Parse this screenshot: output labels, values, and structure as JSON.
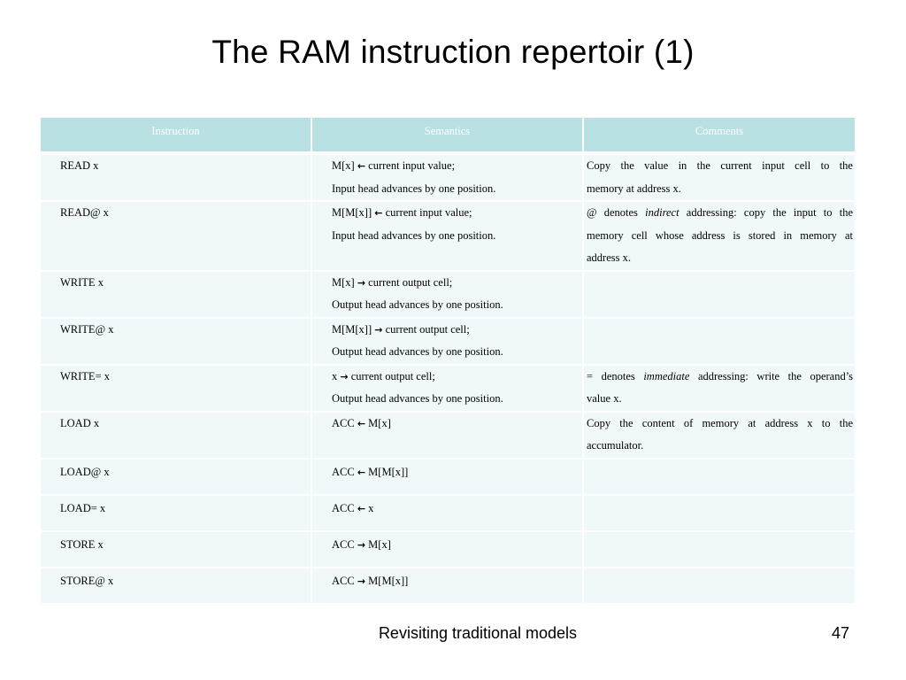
{
  "slide": {
    "title": "The RAM instruction repertoir (1)",
    "footer_title": "Revisiting traditional models",
    "page_number": "47"
  },
  "table": {
    "headers": [
      "Instruction",
      "Semantics",
      "Comments"
    ],
    "rows": [
      {
        "instruction": "READ  x",
        "sem1_pre": "M[x]",
        "sem1_arrow": "←",
        "sem1_post": "current input value;",
        "sem2": "Input head advances by one position.",
        "comment_lines": [
          "Copy the value in the current input cell to the",
          "memory at address x."
        ]
      },
      {
        "instruction": "READ@  x",
        "sem1_pre": "M[M[x]]",
        "sem1_arrow": "←",
        "sem1_post": "current input value;",
        "sem2": "Input head advances by one position.",
        "comment_pre": "@ denotes",
        "comment_em": "indirect",
        "comment_post": "addressing: copy the input to the",
        "comment_lines": [
          "memory cell whose address is stored in memory at",
          "address x."
        ]
      },
      {
        "instruction": "WRITE  x",
        "sem1_pre": "M[x]",
        "sem1_arrow": "→",
        "sem1_post": "current output cell;",
        "sem2": "Output head advances by one position.",
        "comment_lines": []
      },
      {
        "instruction": "WRITE@  x",
        "sem1_pre": "M[M[x]]",
        "sem1_arrow": "→",
        "sem1_post": "current output cell;",
        "sem2": "Output head advances by one position.",
        "comment_lines": []
      },
      {
        "instruction": "WRITE=  x",
        "sem1_pre": "x",
        "sem1_arrow": "→",
        "sem1_post": "current output cell;",
        "sem2": "Output head advances by one position.",
        "comment_pre": "= denotes",
        "comment_em": "immediate",
        "comment_post": "addressing: write the operand’s",
        "comment_lines": [
          "value x."
        ]
      },
      {
        "instruction": "LOAD  x",
        "sem1_pre": "ACC",
        "sem1_arrow": "←",
        "sem1_post": "M[x]",
        "comment_lines": [
          "Copy the content of memory at address x to the",
          "accumulator."
        ]
      },
      {
        "instruction": "LOAD@  x",
        "sem1_pre": "ACC",
        "sem1_arrow": "←",
        "sem1_post": "M[M[x]]",
        "comment_lines": []
      },
      {
        "instruction": "LOAD=  x",
        "sem1_pre": "ACC",
        "sem1_arrow": "←",
        "sem1_post": "x",
        "comment_lines": []
      },
      {
        "instruction": "STORE  x",
        "sem1_pre": "ACC",
        "sem1_arrow": "→",
        "sem1_post": "M[x]",
        "comment_lines": []
      },
      {
        "instruction": "STORE@  x",
        "sem1_pre": "ACC",
        "sem1_arrow": "→",
        "sem1_post": "M[M[x]]",
        "comment_lines": []
      }
    ]
  }
}
